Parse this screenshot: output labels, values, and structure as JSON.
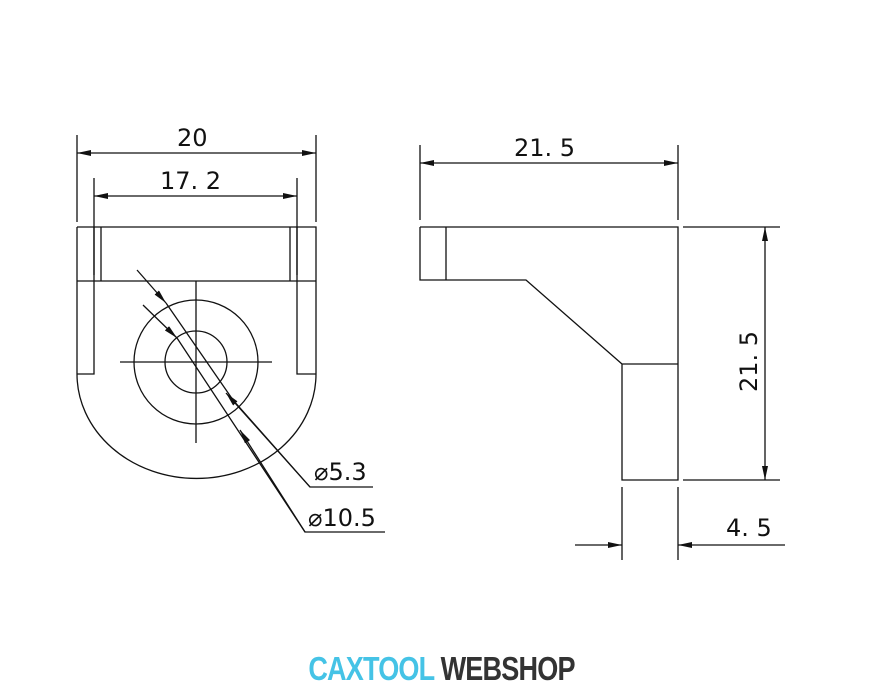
{
  "dimensions": {
    "front_width": "20",
    "front_inner_width": "17. 2",
    "hole_small": "⌀5.3",
    "hole_large": "⌀10.5",
    "side_length": "21. 5",
    "side_height": "21. 5",
    "side_thickness": "4. 5"
  },
  "logo": {
    "part1": "CAXTOOL",
    "part2": "WEBSHOP",
    "color1": "#45c3e6",
    "color2": "#333333"
  }
}
